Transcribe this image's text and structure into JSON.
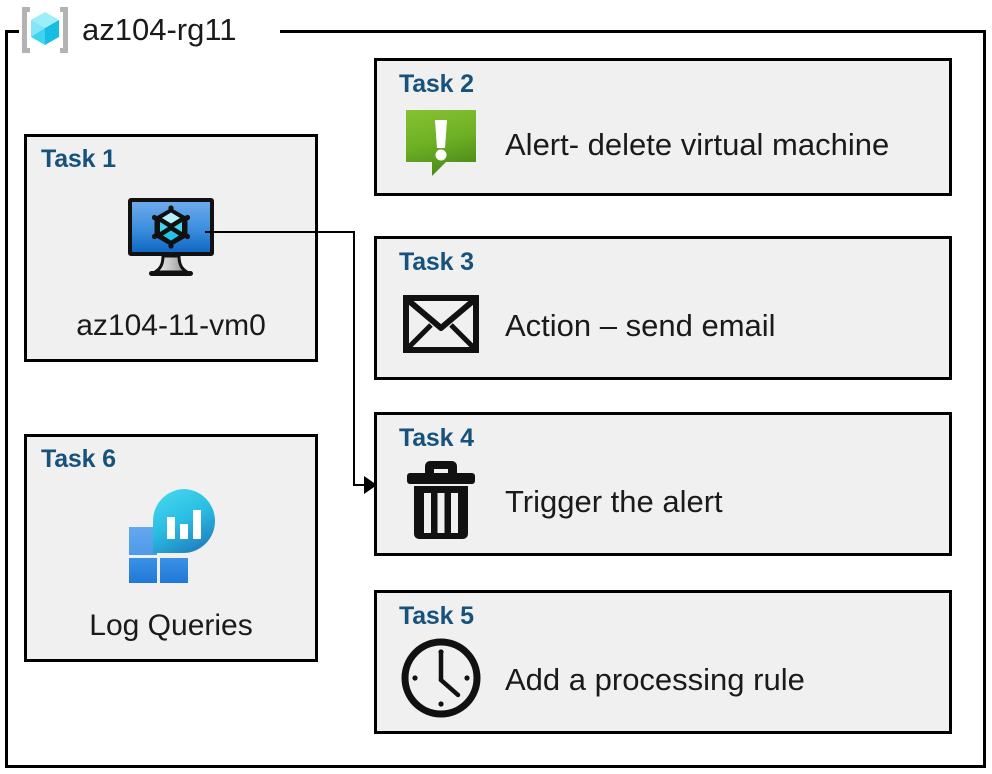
{
  "diagram": {
    "resource_group": {
      "name": "az104-rg11",
      "icon": "resource-group-cube-icon"
    },
    "colors": {
      "task_title": "#17527d",
      "card_background": "#f0f0f0",
      "card_border": "#000000",
      "alert_green_light": "#7cbb32",
      "alert_green_dark": "#4f9c20",
      "vm_blue_light": "#66a5e8",
      "vm_blue_dark": "#0f6cbd",
      "log_cyan": "#32c8e6",
      "log_blue": "#2585d8",
      "cube_cyan": "#8ae8f7"
    },
    "cards": [
      {
        "id": "task-1",
        "title": "Task 1",
        "label": "az104-11-vm0",
        "icon": "virtual-machine-icon",
        "layout": "big"
      },
      {
        "id": "task-6",
        "title": "Task 6",
        "label": "Log Queries",
        "icon": "log-analytics-icon",
        "layout": "big"
      },
      {
        "id": "task-2",
        "title": "Task 2",
        "label": "Alert- delete virtual machine",
        "icon": "alert-exclamation-icon",
        "layout": "wide"
      },
      {
        "id": "task-3",
        "title": "Task 3",
        "label": "Action – send email",
        "icon": "envelope-icon",
        "layout": "wide"
      },
      {
        "id": "task-4",
        "title": "Task 4",
        "label": "Trigger the alert",
        "icon": "trash-delete-icon",
        "layout": "wide"
      },
      {
        "id": "task-5",
        "title": "Task 5",
        "label": "Add a processing rule",
        "icon": "clock-icon",
        "layout": "wide"
      }
    ],
    "connector": {
      "from": "task-1-virtual-machine-icon",
      "to": "task-4",
      "style": "orthogonal-arrow"
    }
  }
}
